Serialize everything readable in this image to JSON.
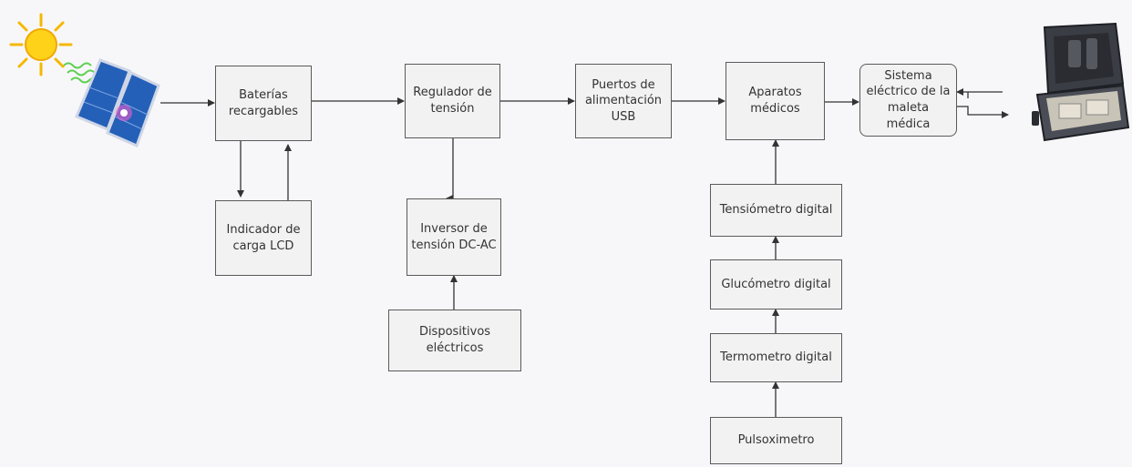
{
  "nodes": {
    "baterias": "Baterías\nrecargables",
    "indicador": "Indicador de\ncarga LCD",
    "regulador": "Regulador de\ntensión",
    "inversor": "Inversor de\ntensión DC-AC",
    "dispositivos": "Dispositivos\neléctricos",
    "puertos": "Puertos de\nalimentación\nUSB",
    "aparatos": "Aparatos\nmédicos",
    "sistema": "Sistema\neléctrico de la\nmaleta médica",
    "tensiometro": "Tensiómetro digital",
    "glucometro": "Glucómetro digital",
    "termometro": "Termometro digital",
    "pulsoximetro": "Pulsoximetro"
  },
  "icons": {
    "sun": "sun-icon",
    "solar_panel": "solar-panel-icon",
    "medical_case": "medical-case-icon"
  }
}
